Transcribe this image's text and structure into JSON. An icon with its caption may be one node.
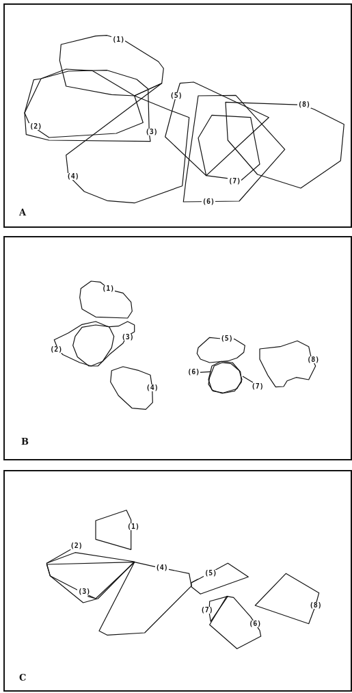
{
  "diagram": {
    "nodes": [
      {
        "text": [
          "A"
        ]
      },
      {
        "text": [
          "B"
        ]
      },
      {
        "text": [
          "C"
        ]
      }
    ],
    "labels": [
      "(1)",
      "(2)",
      "(3)",
      "(4)",
      "(5)",
      "(6)",
      "(7)",
      "(8)",
      "(1)",
      "(2)",
      "(3)",
      "(4)",
      "(5)",
      "(6)",
      "(7)",
      "(8)",
      "(1)",
      "(2)",
      "(3)",
      "(4)",
      "(5)",
      "(6)",
      "(7)",
      "(8)"
    ]
  }
}
